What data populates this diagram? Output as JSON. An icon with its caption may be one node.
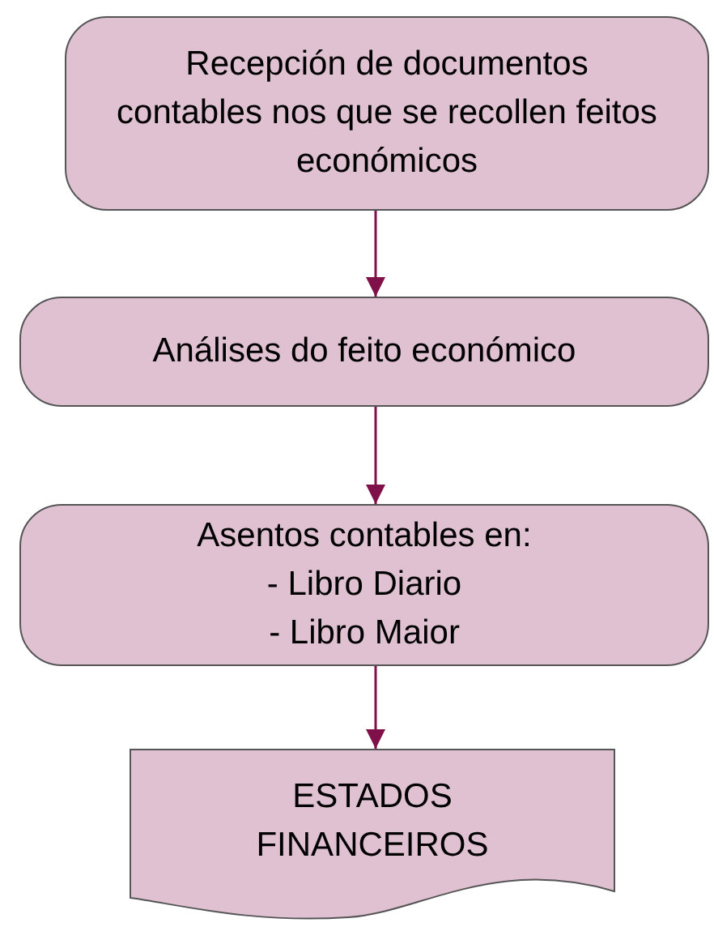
{
  "diagram": {
    "nodes": [
      {
        "text": [
          "Recepción de documentos contables nos que se recollen feitos económicos"
        ]
      },
      {
        "text": [
          "Análises do feito económico"
        ]
      },
      {
        "text": [
          "Asentos contables en:",
          "- Libro Diario",
          "- Libro Maior"
        ]
      },
      {
        "text": [
          "ESTADOS FINANCEIROS"
        ]
      }
    ],
    "edges": [
      {
        "from": 0,
        "to": 1,
        "arrow": "to"
      },
      {
        "from": 1,
        "to": 2,
        "arrow": "to"
      },
      {
        "from": 2,
        "to": 3,
        "arrow": "to"
      }
    ]
  }
}
